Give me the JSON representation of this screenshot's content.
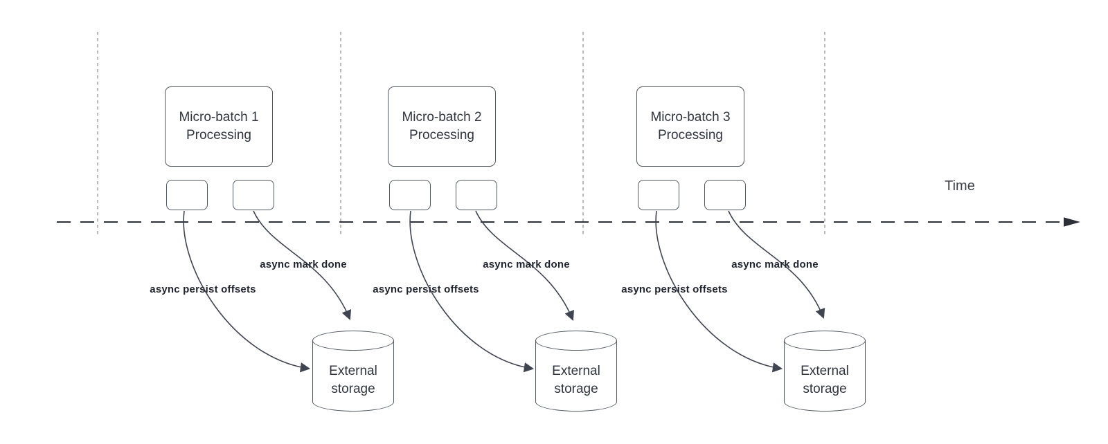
{
  "diagram": {
    "time_axis_label": "Time",
    "batches": [
      {
        "box_label": "Micro-batch 1 Processing",
        "persist_arrow_label": "async persist offsets",
        "mark_arrow_label": "async mark done",
        "storage_label": "External storage"
      },
      {
        "box_label": "Micro-batch 2 Processing",
        "persist_arrow_label": "async persist offsets",
        "mark_arrow_label": "async mark done",
        "storage_label": "External storage"
      },
      {
        "box_label": "Micro-batch 3 Processing",
        "persist_arrow_label": "async persist offsets",
        "mark_arrow_label": "async mark done",
        "storage_label": "External storage"
      }
    ],
    "colors": {
      "shape_stroke": "#50555e",
      "curve_stroke": "#3f4450",
      "timeline_stroke": "#2c2f36",
      "guide_line": "#a8a8a8",
      "box_text": "#30353d",
      "bold_label_text": "#1f242e",
      "background": "#ffffff"
    }
  }
}
